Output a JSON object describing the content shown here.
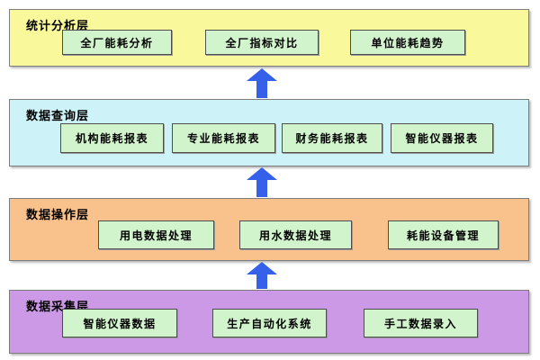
{
  "layers": [
    {
      "label": "统计分析层",
      "color": "#f9f99c",
      "boxes": [
        "全厂能耗分析",
        "全厂指标对比",
        "单位能耗趋势"
      ]
    },
    {
      "label": "数据查询层",
      "color": "#cdf3f8",
      "boxes": [
        "机构能耗报表",
        "专业能耗报表",
        "财务能耗报表",
        "智能仪器报表"
      ]
    },
    {
      "label": "数据操作层",
      "color": "#f9c28d",
      "boxes": [
        "用电数据处理",
        "用水数据处理",
        "耗能设备管理"
      ]
    },
    {
      "label": "数据采集层",
      "color": "#cc99e6",
      "boxes": [
        "智能仪器数据",
        "生产自动化系统",
        "手工数据录入"
      ]
    }
  ],
  "box_fill": "#d2f4cc",
  "arrows": {
    "color": "#3560ea",
    "direction": "up",
    "count": 3
  }
}
